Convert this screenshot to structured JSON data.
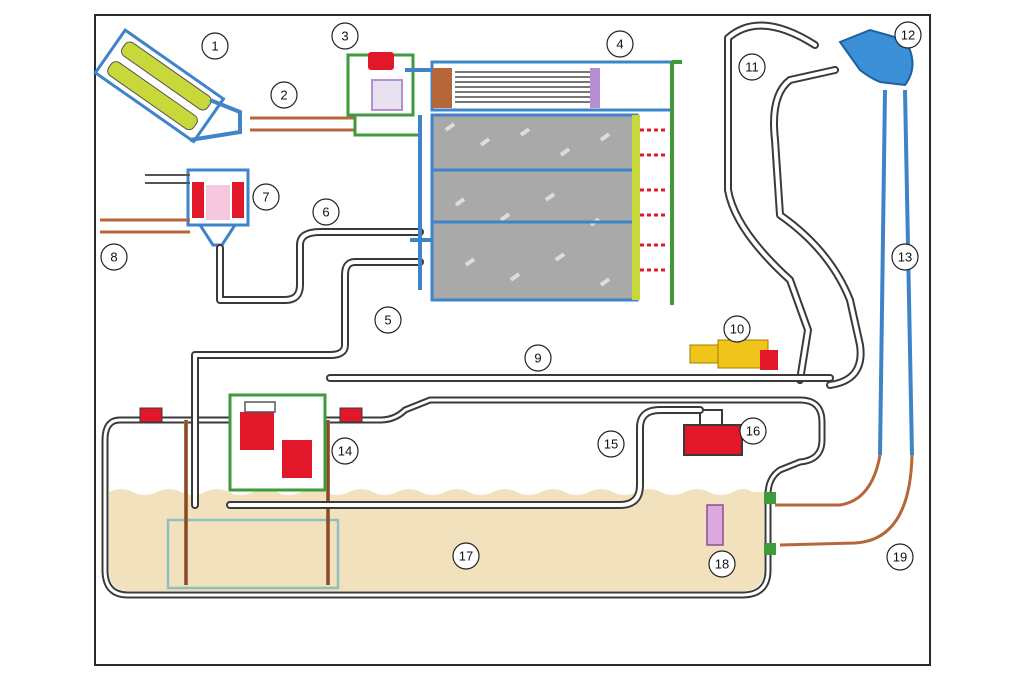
{
  "colors": {
    "background": "#ffffff",
    "frame": "#2b2b2b",
    "fuel": "#f1e2bd",
    "filter_yellow": "#c8d83a",
    "canister_charcoal": "#9a9a9a",
    "valve_red": "#e3172a",
    "cap_blue": "#3b8fd6",
    "pipe_blue": "#3f84c8",
    "pipe_green": "#3f9a3c",
    "pipe_copper": "#b5673a",
    "sensor_yellow": "#f0c419"
  },
  "callouts": [
    {
      "id": "c1",
      "label": "1"
    },
    {
      "id": "c2",
      "label": "2"
    },
    {
      "id": "c3",
      "label": "3"
    },
    {
      "id": "c4",
      "label": "4"
    },
    {
      "id": "c5",
      "label": "5"
    },
    {
      "id": "c6",
      "label": "6"
    },
    {
      "id": "c7",
      "label": "7"
    },
    {
      "id": "c8",
      "label": "8"
    },
    {
      "id": "c9",
      "label": "9"
    },
    {
      "id": "c10",
      "label": "10"
    },
    {
      "id": "c11",
      "label": "11"
    },
    {
      "id": "c12",
      "label": "12"
    },
    {
      "id": "c13",
      "label": "13"
    },
    {
      "id": "c14",
      "label": "14"
    },
    {
      "id": "c15",
      "label": "15"
    },
    {
      "id": "c16",
      "label": "16"
    },
    {
      "id": "c17",
      "label": "17"
    },
    {
      "id": "c18",
      "label": "18"
    },
    {
      "id": "c19",
      "label": "19"
    }
  ]
}
